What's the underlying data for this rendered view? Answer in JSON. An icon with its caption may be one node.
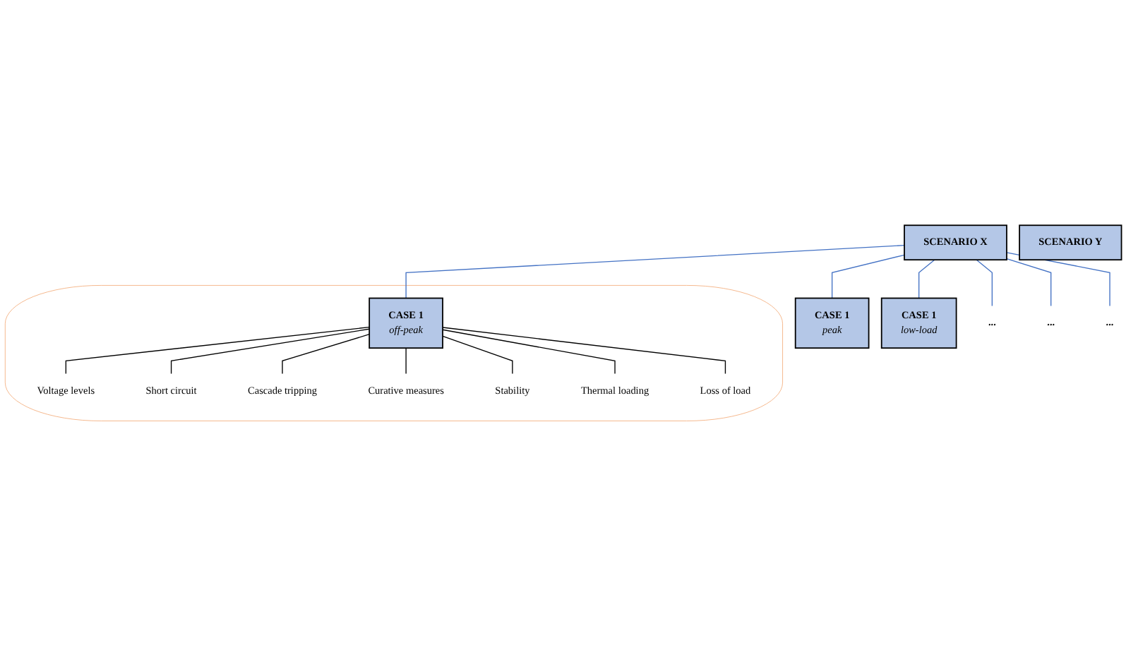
{
  "diagram": {
    "nodes": [
      {
        "text": [
          "SCENARIO X"
        ]
      },
      {
        "text": [
          "SCENARIO Y"
        ]
      },
      {
        "text": [
          "CASE 1",
          "peak"
        ]
      },
      {
        "text": [
          "CASE 1",
          "low-load"
        ]
      },
      {
        "text": [
          "..."
        ]
      },
      {
        "text": [
          "..."
        ]
      },
      {
        "text": [
          "..."
        ]
      },
      {
        "text": [],
        "shape": "ellipse"
      },
      {
        "text": [
          "CASE 1",
          "off-peak"
        ],
        "in": 7
      },
      {
        "text": [
          "Voltage levels"
        ],
        "in": 7
      },
      {
        "text": [
          "Short circuit"
        ],
        "in": 7
      },
      {
        "text": [
          "Cascade tripping"
        ],
        "in": 7
      },
      {
        "text": [
          "Curative measures"
        ],
        "in": 7
      },
      {
        "text": [
          "Stability"
        ],
        "in": 7
      },
      {
        "text": [
          "Thermal loading"
        ],
        "in": 7
      },
      {
        "text": [
          "Loss of load"
        ],
        "in": 7
      }
    ],
    "edges": [
      {
        "from": 0,
        "to": 5,
        "arrow": "none",
        "color": "#4472c4"
      },
      {
        "from": 0,
        "to": 2,
        "arrow": "none",
        "color": "#4472c4"
      },
      {
        "from": 0,
        "to": 8,
        "arrow": "none",
        "color": "#4472c4"
      },
      {
        "from": 0,
        "to": 3,
        "arrow": "none",
        "color": "#4472c4"
      },
      {
        "from": 0,
        "to": 4,
        "arrow": "none",
        "color": "#4472c4"
      },
      {
        "from": 0,
        "to": 6,
        "arrow": "none",
        "color": "#4472c4"
      },
      {
        "from": 8,
        "to": 9,
        "arrow": "none"
      },
      {
        "from": 8,
        "to": 10,
        "arrow": "none"
      },
      {
        "from": 8,
        "to": 11,
        "arrow": "none"
      },
      {
        "from": 8,
        "to": 12,
        "arrow": "none"
      },
      {
        "from": 8,
        "to": 13,
        "arrow": "none"
      },
      {
        "from": 8,
        "to": 14,
        "arrow": "none"
      },
      {
        "from": 8,
        "to": 15,
        "arrow": "none"
      }
    ]
  }
}
